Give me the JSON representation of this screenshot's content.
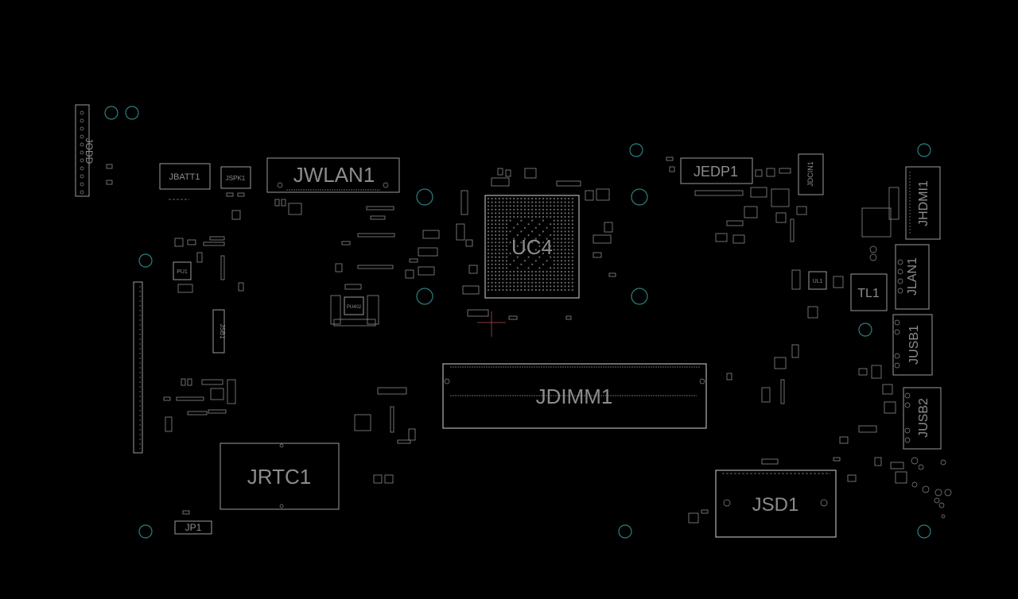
{
  "components": {
    "JODD": "JODD",
    "JBATT1": "JBATT1",
    "JSPK1": "JSPK1",
    "JWLAN1": "JWLAN1",
    "UC4": "UC4",
    "JEDP1": "JEDP1",
    "JDCIN1": "JDCIN1",
    "JHDMI1": "JHDMI1",
    "JLAN1": "JLAN1",
    "TL1": "TL1",
    "UL1": "UL1",
    "JUSB1": "JUSB1",
    "JUSB2": "JUSB2",
    "JDIMM1": "JDIMM1",
    "JRTC1": "JRTC1",
    "JSD1": "JSD1",
    "JP1": "JP1",
    "JSB1": "JSB1",
    "PU1": "PU1",
    "PU402": "PU402"
  },
  "colors": {
    "background": "#000000",
    "outline": "#9a9a9a",
    "label": "#8c8c8c",
    "mounting_hole": "#2f7f7f",
    "marker": "#8a3a3a"
  }
}
